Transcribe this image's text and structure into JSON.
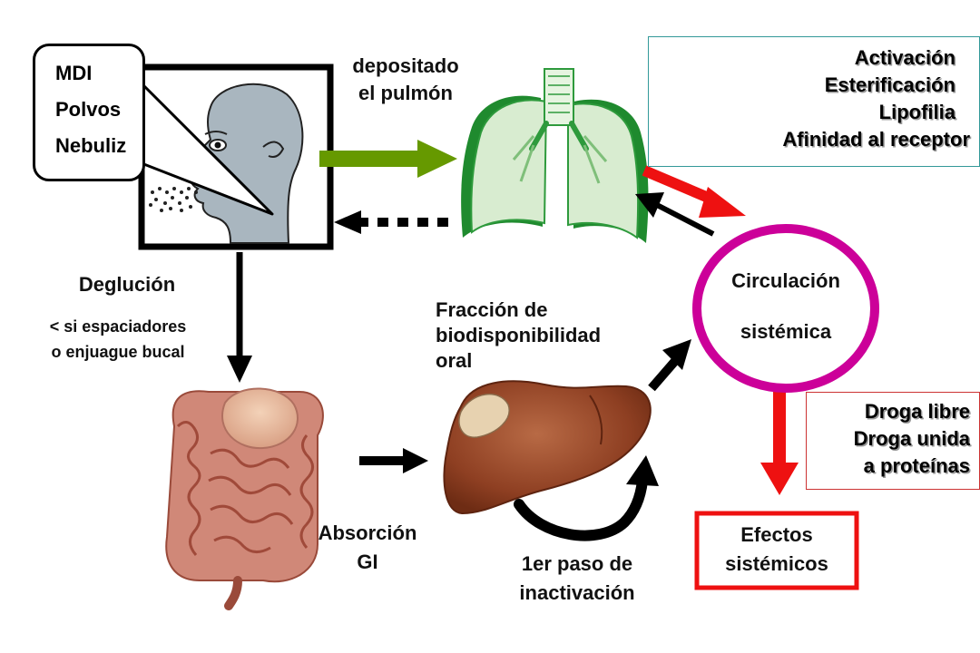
{
  "inhalers": [
    "MDI",
    "Polvos",
    "Nebuliz"
  ],
  "deposit_label": [
    "depositado",
    "el pulmón"
  ],
  "swallow": {
    "title": "Deglución",
    "note": [
      "< si espaciadores",
      "o enjuague bucal"
    ]
  },
  "receptor_factors": [
    "Activación",
    "Esterificación",
    "Lipofilia",
    "Afinidad al receptor"
  ],
  "circulation": [
    "Circulación",
    "sistémica"
  ],
  "oral_fraction": [
    "Fracción de",
    "biodisponibilidad",
    "oral"
  ],
  "gi_absorption": [
    "Absorción",
    "GI"
  ],
  "first_pass": [
    "1er paso de",
    "inactivación"
  ],
  "drug_state": [
    "Droga libre",
    "Droga unida",
    "a proteínas"
  ],
  "effects": [
    "Efectos",
    "sistémicos"
  ],
  "colors": {
    "green_arrow": "#669900",
    "red_arrow": "#ee1111",
    "circle": "#cc0099",
    "effects_border": "#ee1111",
    "factors_border": "#339999",
    "drug_border": "#cc3333",
    "lung_fill": "#d8ecd0",
    "lung_edge": "#2e9a3c",
    "face": "#a9b6bf",
    "liver": "#9a4a2a",
    "intestine": "#d08878"
  },
  "icons": [
    "face-inhaling-icon",
    "lungs-icon",
    "intestines-icon",
    "liver-icon"
  ]
}
